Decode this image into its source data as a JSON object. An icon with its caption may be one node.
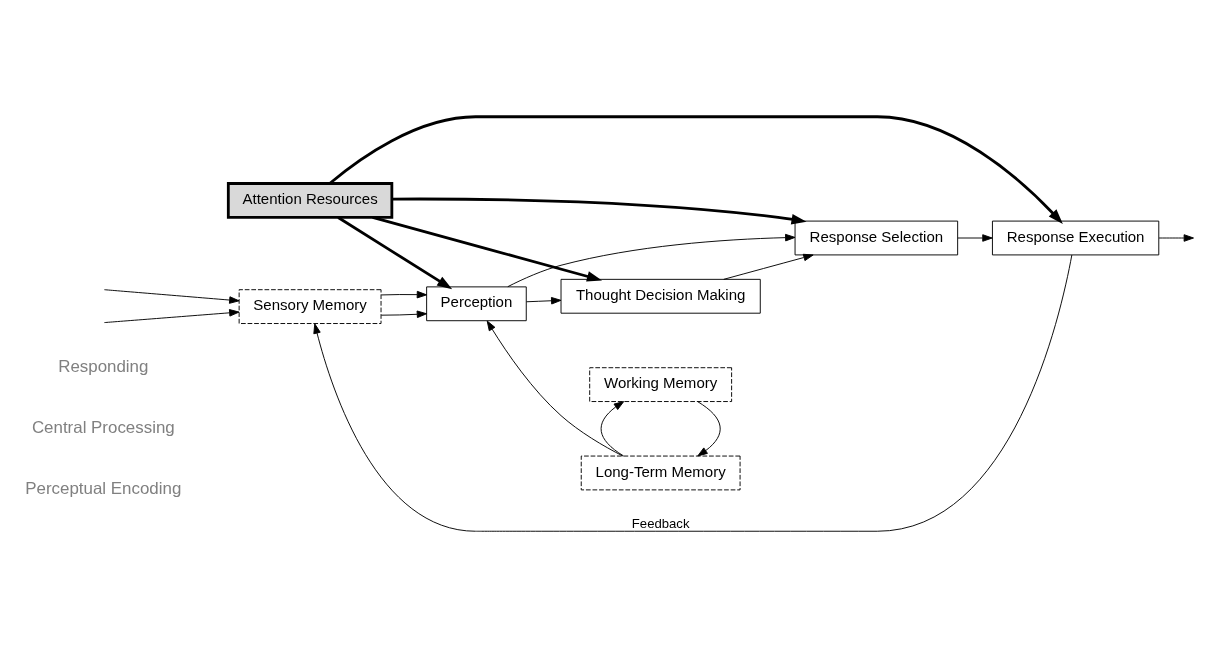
{
  "diagram": {
    "nodes": [
      {
        "text": [
          "Sensory Memory"
        ]
      },
      {
        "text": [
          "Perception"
        ]
      },
      {
        "text": [
          "Attention Resources"
        ]
      },
      {
        "text": [
          "Response Selection"
        ]
      },
      {
        "text": [
          "Response Execution"
        ]
      },
      {
        "text": [
          "Thought Decision Making"
        ]
      },
      {
        "text": [
          "Working Memory"
        ]
      },
      {
        "text": [
          "Long-Term Memory"
        ]
      }
    ],
    "edges": [
      {
        "from": null,
        "to": 0,
        "arrow": "to"
      },
      {
        "from": null,
        "to": 0,
        "arrow": "to"
      },
      {
        "from": 0,
        "to": 1,
        "arrow": "to"
      },
      {
        "from": 0,
        "to": 1,
        "arrow": "to"
      },
      {
        "from": 1,
        "to": 3,
        "arrow": "to"
      },
      {
        "from": 1,
        "to": 5,
        "arrow": "to"
      },
      {
        "from": 5,
        "to": 3,
        "arrow": "to"
      },
      {
        "from": 3,
        "to": 4,
        "arrow": "to"
      },
      {
        "from": 4,
        "to": null,
        "arrow": "to"
      },
      {
        "from": 4,
        "to": 0,
        "arrow": "to",
        "label": "Feedback"
      },
      {
        "from": 2,
        "to": 1,
        "arrow": "to",
        "style": "thick"
      },
      {
        "from": 2,
        "to": 3,
        "arrow": "to",
        "style": "thick"
      },
      {
        "from": 2,
        "to": 4,
        "arrow": "to",
        "style": "thick"
      },
      {
        "from": 2,
        "to": 5,
        "arrow": "to",
        "style": "thick"
      },
      {
        "from": 6,
        "to": 7,
        "arrow": "to"
      },
      {
        "from": 7,
        "to": 6,
        "arrow": "to"
      },
      {
        "from": 7,
        "to": 1,
        "arrow": "to"
      }
    ],
    "labels": [
      "Perceptual Encoding",
      "Central Processing",
      "Responding"
    ]
  }
}
